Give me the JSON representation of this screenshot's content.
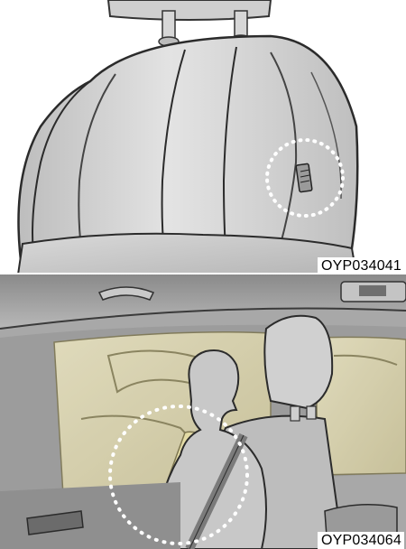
{
  "figures": [
    {
      "code": "OYP034041",
      "subject": "side-airbag-seat-label",
      "highlight": "dotted-circle"
    },
    {
      "code": "OYP034064",
      "subject": "side-airbag-deployed",
      "highlight": "dotted-circle"
    }
  ],
  "colors": {
    "seat_grey": "#cfcfcf",
    "seat_dark": "#6a6a6a",
    "airbag_yellow": "#e3dcae",
    "highlight_dots": "#ffffff"
  }
}
